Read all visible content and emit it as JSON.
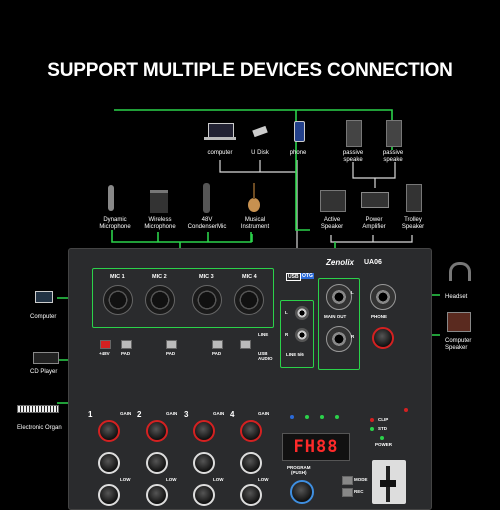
{
  "headline": "SUPPORT MULTIPLE DEVICES CONNECTION",
  "top_devices": {
    "computer": "computer",
    "u_disk": "U Disk",
    "phone": "phone",
    "passive_speaker_1": "passive\nspeake",
    "passive_speaker_2": "passive\nspeake"
  },
  "mid_devices": {
    "dynamic_mic": "Dynamic\nMicrophone",
    "wireless_mic": "Wireless\nMicrophone",
    "condenser_mic": "48V\nCondenserMic",
    "instrument": "Musical\nInstrument",
    "active_speaker": "Active\nSpeaker",
    "power_amplifier": "Power\nAmplifier",
    "trolley_speaker": "Trolley\nSpeaker"
  },
  "left_devices": {
    "computer": "Computer",
    "cd_player": "CD Player",
    "organ": "Electronic Organ"
  },
  "right_devices": {
    "headset": "Headset",
    "computer_speaker": "Computer\nSpeaker"
  },
  "mixer": {
    "brand": "Zenolix",
    "model": "UA06",
    "usb_label": "USB",
    "otg_label": "OTG",
    "mic_channels": [
      "MIC 1",
      "MIC 2",
      "MIC 3",
      "MIC 4"
    ],
    "phantom_label": "+48V",
    "pad_label": "PAD",
    "line_label": "LINE",
    "usb_audio_label": "USB\nAUDIO",
    "line56_label": "LINE 5/6",
    "main_out_label": "MAIN OUT",
    "phone_label": "PHONE",
    "l_label": "L",
    "r_label": "R",
    "ch_numbers": [
      "1",
      "2",
      "3",
      "4"
    ],
    "gain_label": "GAIN",
    "low_label": "LOW",
    "display_value": "FH88",
    "program_label": "PROGRAM\n(PUSH)",
    "clip_label": "CLIP",
    "std_label": "STD",
    "power_label": "POWER",
    "mode_label": "MODE",
    "rec_label": "REC"
  },
  "colors": {
    "wire_green": "#2bd24a",
    "accent_red": "#d42121",
    "accent_blue": "#2a6ad8"
  }
}
